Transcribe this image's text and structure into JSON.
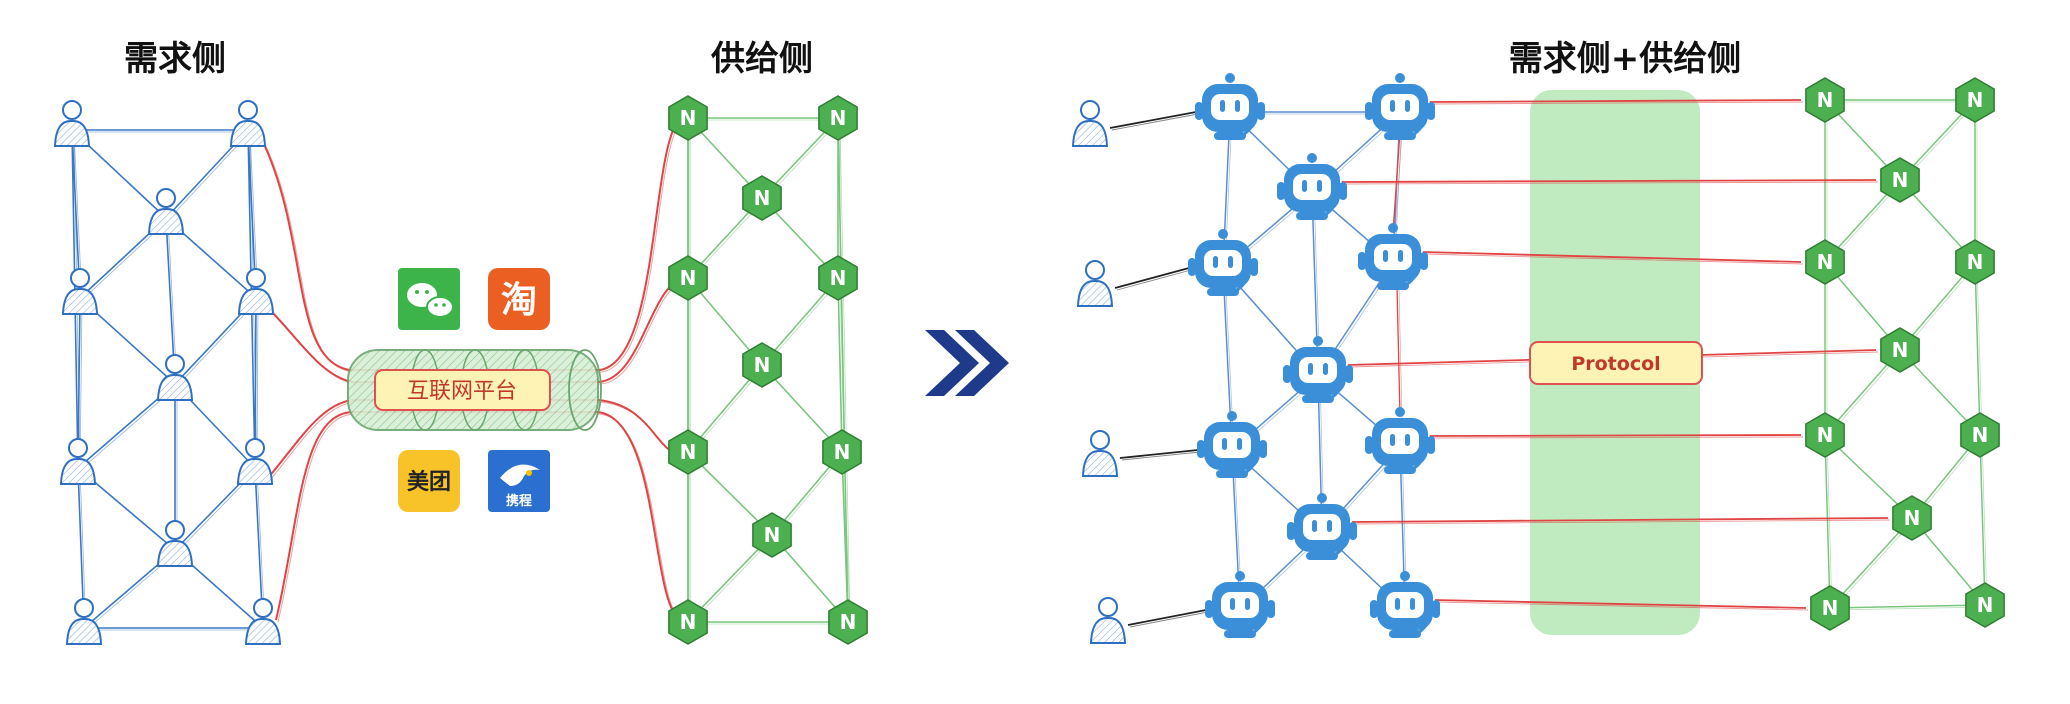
{
  "titles": {
    "demand": "需求侧",
    "supply": "供给侧",
    "combined": "需求侧+供给侧"
  },
  "platform": {
    "label": "互联网平台"
  },
  "protocol": {
    "label": "Protocol"
  },
  "apps": [
    {
      "name": "wechat",
      "glyph": "",
      "color": "#3cb44a"
    },
    {
      "name": "taobao",
      "glyph": "淘",
      "color": "#ec5f22"
    },
    {
      "name": "meituan",
      "glyph": "美团",
      "color": "#f7c328"
    },
    {
      "name": "ctrip",
      "glyph": "携程",
      "color": "#2b6fd1"
    }
  ],
  "node_glyph": "N",
  "colors": {
    "user_stroke": "#2f6fc1",
    "user_line": "#3a78c6",
    "node_fill": "#4caf50",
    "node_line": "#7bc67e",
    "red_line": "#e04545",
    "robot": "#3a8fd8",
    "arrow": "#1f3a8a",
    "protocol_band": "#b9e8b9",
    "label_fill": "#fdf3b4",
    "label_stroke": "#e05050"
  }
}
